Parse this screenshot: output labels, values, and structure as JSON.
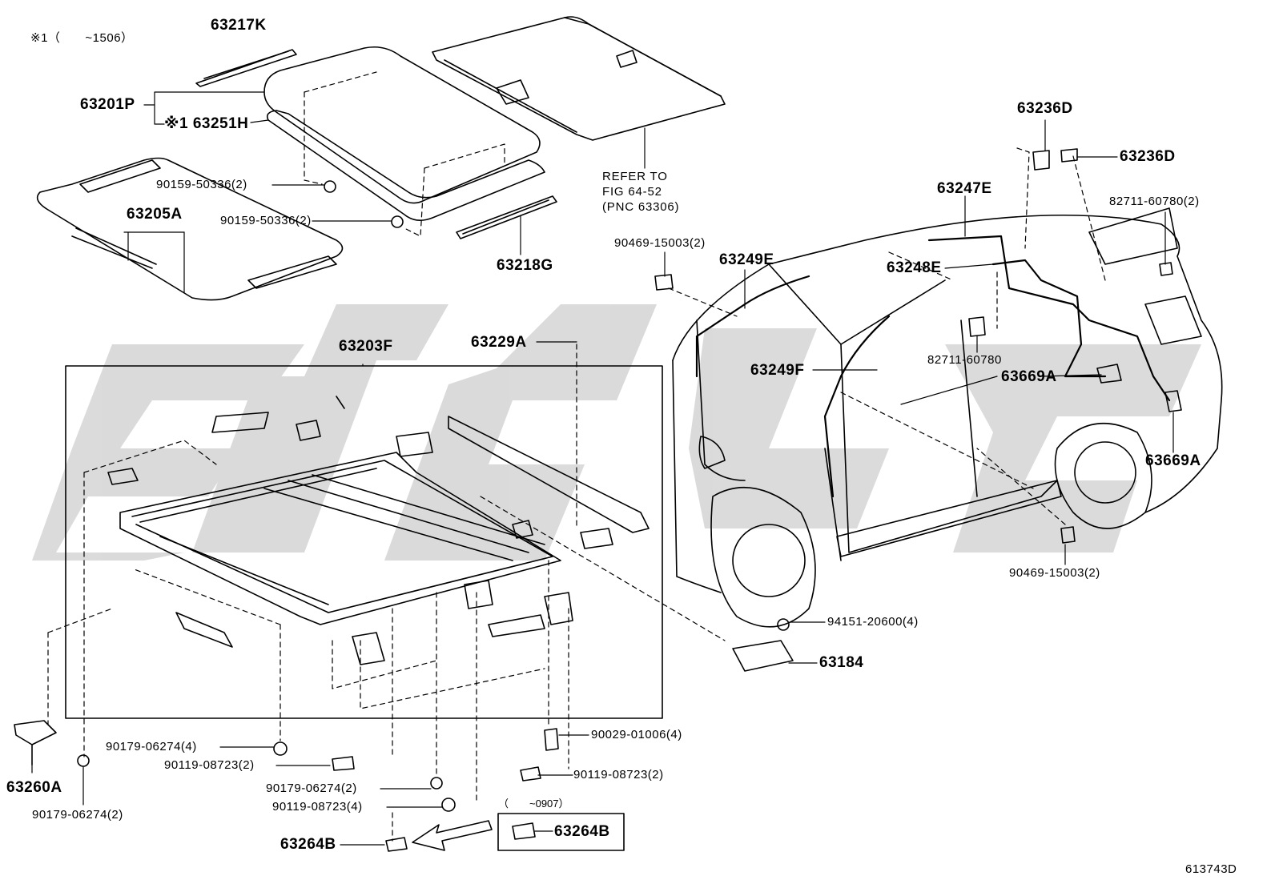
{
  "drawing_id": "613743D",
  "note_marker": "※1（　　~1506）",
  "inset_note": "（　　~0907）",
  "refer_note": [
    "REFER TO",
    "FIG 64-52",
    "(PNC 63306)"
  ],
  "watermark_color": "#d9d9d9",
  "parts": {
    "p63217K": "63217K",
    "p63201P": "63201P",
    "p63251H": "※1 63251H",
    "p90159_a": "90159-50336(2)",
    "p90159_b": "90159-50336(2)",
    "p63205A": "63205A",
    "p63218G": "63218G",
    "p63203F": "63203F",
    "p63229A": "63229A",
    "p63236D_a": "63236D",
    "p63236D_b": "63236D",
    "p82711_a": "82711-60780(2)",
    "p63247E": "63247E",
    "p90469_a": "90469-15003(2)",
    "p63249E": "63249E",
    "p63248E": "63248E",
    "p82711_b": "82711-60780",
    "p63249F": "63249F",
    "p63669A_a": "63669A",
    "p63669A_b": "63669A",
    "p90469_b": "90469-15003(2)",
    "p94151": "94151-20600(4)",
    "p63184": "63184",
    "p90029": "90029-01006(4)",
    "p90119_a": "90119-08723(2)",
    "p90179_a": "90179-06274(4)",
    "p90119_b": "90119-08723(2)",
    "p90179_b": "90179-06274(2)",
    "p90119_c": "90119-08723(4)",
    "p63264B_a": "63264B",
    "p63264B_b": "63264B",
    "p63260A": "63260A",
    "p90179_c": "90179-06274(2)"
  }
}
